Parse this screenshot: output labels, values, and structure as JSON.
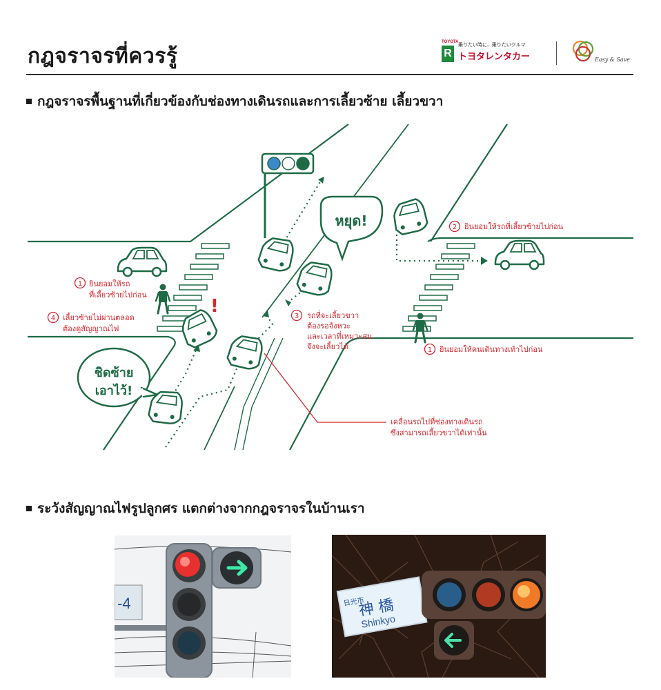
{
  "header": {
    "title": "กฎจราจรที่ควรรู้",
    "logo_toyota_brand": "TOYOTA",
    "logo_toyota_tagline": "乗りたい時に、乗りたいクルマ",
    "logo_toyota_name": "トヨタレンタカー",
    "logo_easy": "Easy & Save"
  },
  "section1": {
    "heading": "กฎจราจรพื้นฐานที่เกี่ยวข้องกับช่องทางเดินรถและการเลี้ยวซ้าย เลี้ยวขวา"
  },
  "diagram": {
    "bubble_stop": "หยุด!",
    "bubble_keep_left_1": "ชิดซ้าย",
    "bubble_keep_left_2": "เอาไว้!",
    "exclaim": "!",
    "note1a_num": "1",
    "note1a_line1": "ยินยอมให้รถ",
    "note1a_line2": "ที่เลี้ยวซ้ายไปก่อน",
    "note4_num": "4",
    "note4_line1": "เลี้ยวซ้ายไม่ผ่านตลอด",
    "note4_line2": "ต้องดูสัญญาณไฟ",
    "note3_num": "3",
    "note3_line1": "รถที่จะเลี้ยวขวา",
    "note3_line2": "ต้องรอจังหวะ",
    "note3_line3": "และเวลาที่เหมาะสม",
    "note3_line4": "จึงจะเลี้ยวได้",
    "note2_num": "2",
    "note2_text": "ยินยอมให้รถที่เลี้ยวซ้ายไปก่อน",
    "note1b_num": "1",
    "note1b_text": "ยินยอมให้คนเดินทางเท้าไปก่อน",
    "note_lane_line1": "เคลื่อนรถไปที่ช่องทางเดินรถ",
    "note_lane_line2": "ซึ่งสามารถเลี้ยวขวาได้เท่านั้น"
  },
  "section2": {
    "heading": "ระวังสัญญาณไฟรูปลูกศร แตกต่างจากกฎจราจรในบ้านเรา"
  },
  "photo1": {
    "sign_text": "-4"
  },
  "photo2": {
    "sign_city": "日光市",
    "sign_kanji": "神 橋",
    "sign_roman": "Shinkyo"
  },
  "colors": {
    "green": "#1e6b45",
    "red": "#d6262c",
    "light_blue": "#3c88c8"
  }
}
